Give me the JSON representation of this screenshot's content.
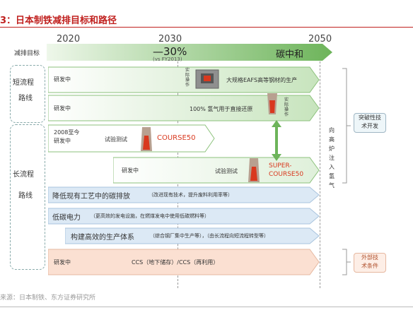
{
  "title": "3：日本制铁减排目标和路径",
  "years": [
    "2020",
    "2030",
    "2050"
  ],
  "target_row": {
    "label": "减排目标",
    "value": "—30%",
    "sub": "(vs FY2013)",
    "goal": "碳中和"
  },
  "groups": {
    "short": [
      "短流程",
      "路线"
    ],
    "long": [
      "长流程",
      "路线"
    ]
  },
  "rows": {
    "r1": {
      "stage": "研发中",
      "pill": "实际操作",
      "text": "大规格EAFS高等钢材的生产"
    },
    "r2": {
      "stage": "研发中",
      "text": "100% 氢气用于直接还原",
      "pill": "实际操作"
    },
    "r3": {
      "stage_line1": "2008至今",
      "stage_line2": "研发中",
      "tag": "试验测试",
      "name": "COURSE50"
    },
    "r4": {
      "stage": "研发中",
      "tag": "试验测试",
      "name_line1": "SUPER-",
      "name_line2": "COURSE50"
    },
    "r5": {
      "main": "降低现有工艺中的碳排放",
      "sub": "（改进现有技术，提升废料利用率等）"
    },
    "r6": {
      "main": "低碳电力",
      "sub": "（更高效的发电设施，在燃煤发电中使用低碳燃料等）"
    },
    "r7": {
      "main": "构建高效的生产体系",
      "sub": "（综合钢厂集中生产等），（由长流程向短流程转型等）"
    },
    "r8": {
      "stage": "研发中",
      "text": "CCS（地下储存）/CCS（再利用）"
    }
  },
  "side": {
    "vertical": "向高炉注入氢气",
    "breakthrough": [
      "突破性技",
      "术开发"
    ],
    "external": [
      "外部技",
      "术条件"
    ]
  },
  "source": "来源：日本制铁、东方证券研究所",
  "colors": {
    "title_red": "#c0201e",
    "green_light": "#dff0da",
    "green_dark": "#6db45a",
    "blue_light": "#dce9f5",
    "peach": "#fbe0d2",
    "course_red": "#d9381e"
  }
}
